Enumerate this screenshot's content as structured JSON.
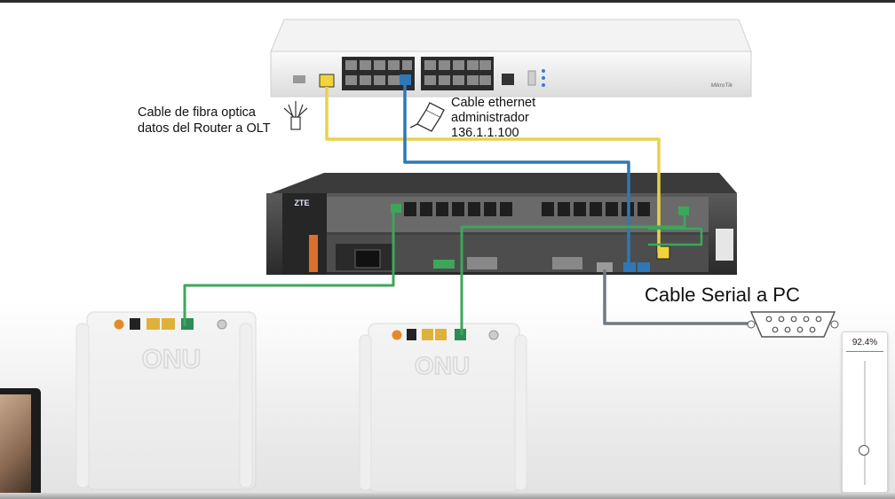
{
  "labels": {
    "fiber_line1": "Cable de fibra optica",
    "fiber_line2": "datos del Router a OLT",
    "eth_line1": "Cable ethernet",
    "eth_line2": "administrador",
    "eth_line3": "136.1.1.100",
    "serial": "Cable Serial a PC"
  },
  "router": {
    "brand": "MikroTik"
  },
  "olt": {
    "brand": "ZTE"
  },
  "onu": {
    "text": "ONU"
  },
  "zoom": {
    "level": "92.4%"
  },
  "colors": {
    "fiber_cable": "#e8d24a",
    "ethernet_cable": "#2f78b5",
    "green_cable": "#3ca75a",
    "serial_cable": "#707880"
  }
}
